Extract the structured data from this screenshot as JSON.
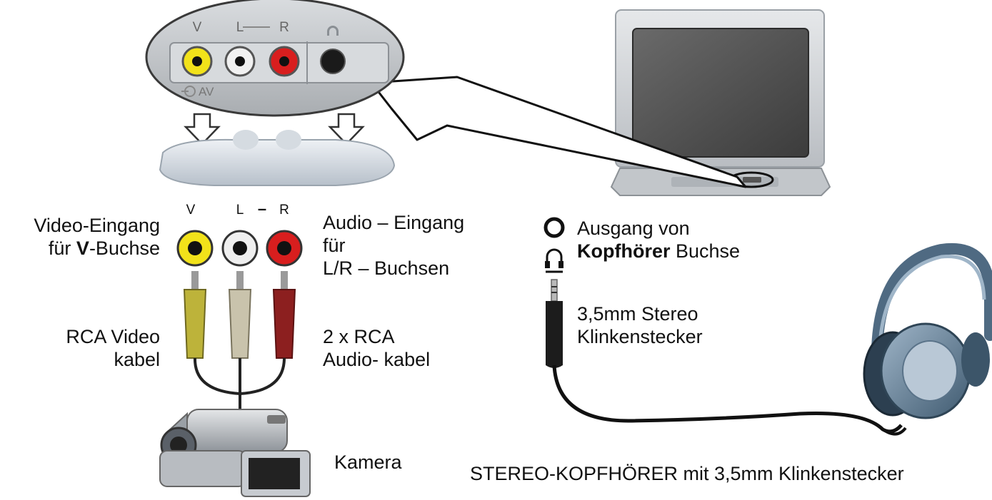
{
  "panel": {
    "label_v": "V",
    "label_l": "L",
    "label_r": "R",
    "label_av": "AV"
  },
  "jacks": {
    "label_v": "V",
    "label_l": "L",
    "label_dash": "–",
    "label_r": "R"
  },
  "labels": {
    "video_input_line1": "Video-Eingang",
    "video_input_line2_pre": "für ",
    "video_input_line2_bold": "V",
    "video_input_line2_post": "-Buchse",
    "audio_input_line1": "Audio – Eingang",
    "audio_input_line2": "für",
    "audio_input_line3": "L/R – Buchsen",
    "rca_video_line1": "RCA Video",
    "rca_video_line2": "kabel",
    "rca_audio_line1": "2 x RCA",
    "rca_audio_line2": "Audio- kabel",
    "camera": "Kamera",
    "headphone_out_line1": "Ausgang von",
    "headphone_out_line2_bold": "Kopfhörer",
    "headphone_out_line2_post": " Buchse",
    "plug_line1": "3,5mm Stereo",
    "plug_line2": "Klinkenstecker",
    "headphones_caption": "STEREO-KOPFHÖRER mit 3,5mm Klinkenstecker"
  },
  "colors": {
    "video": "#f2e21a",
    "audio_left": "#e8e8e8",
    "audio_right": "#d81e1e",
    "tv_silver": "#c9cdd2",
    "panel_gray": "#bfc3c7",
    "headphone_blue": "#6f8ea8"
  }
}
